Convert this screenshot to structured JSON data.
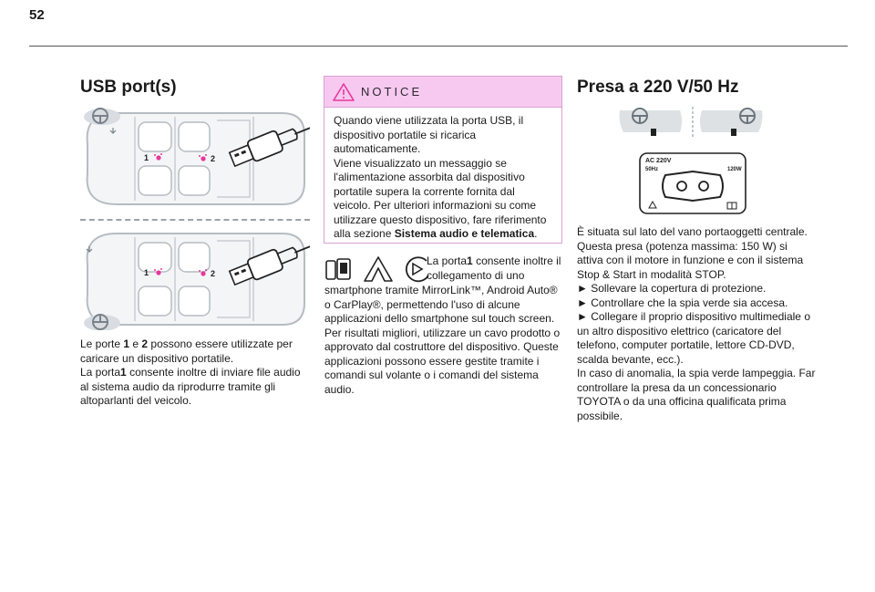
{
  "page": {
    "number": "52"
  },
  "usb": {
    "title": "USB port(s)",
    "label_1": "1",
    "label_2": "2",
    "caption_parts": [
      "Le porte ",
      "1",
      " e ",
      "2",
      " possono essere utilizzate per caricare un dispositivo portatile.",
      "La porta",
      "1",
      " consente inoltre di inviare file audio al sistema audio da riprodurre tramite gli altoparlanti del veicolo."
    ]
  },
  "notice": {
    "label": "NOTICE",
    "paragraph_1": "Quando viene utilizzata la porta USB, il dispositivo portatile si ricarica automaticamente.",
    "paragraph_2_pre": "Viene visualizzato un messaggio se l'alimentazione assorbita dal dispositivo portatile supera la corrente fornita dal veicolo. Per ulteriori informazioni su come utilizzare questo dispositivo, fare riferimento alla sezione ",
    "paragraph_2_bold": "Sistema audio e telematica",
    "paragraph_2_post": "."
  },
  "mirror": {
    "text_pre": "La porta",
    "text_bold": "1",
    "text_line1": " consente inoltre il collegamento di uno",
    "text_rest": "smartphone tramite MirrorLink™, Android Auto® o CarPlay®, permettendo l'uso di alcune applicazioni dello smartphone sul touch screen. Per risultati migliori, utilizzare un cavo prodotto o approvato dal costruttore del dispositivo. Queste applicazioni possono essere gestite tramite i comandi sul volante o i comandi del sistema audio."
  },
  "socket": {
    "title": "Presa a 220 V/50 Hz",
    "label_ac": "AC 220V",
    "label_hz": "50Hz",
    "label_w": "120W",
    "paragraphs": [
      "È situata sul lato del vano portaoggetti centrale. Questa presa (potenza massima: 150 W) si attiva con il motore in funzione e con il sistema Stop & Start in modalità STOP.",
      "► Sollevare la copertura di protezione.",
      "► Controllare che la spia verde sia accesa.",
      "► Collegare il proprio dispositivo multimediale o un altro dispositivo elettrico (caricatore del telefono, computer portatile, lettore CD-DVD, scalda bevante, ecc.).",
      "In caso di anomalia, la spia verde lampeggia. Far controllare la presa da un concessionario TOYOTA o da una officina qualificata prima possibile."
    ]
  },
  "colors": {
    "accent": "#e8389a",
    "notice_bg": "#f7c9f0",
    "notice_border": "#d9a2d6"
  },
  "icons": [
    "warning-icon",
    "smartphone-icon",
    "android-auto-icon",
    "carplay-icon",
    "steering-wheel-icon",
    "usb-plug-icon"
  ]
}
